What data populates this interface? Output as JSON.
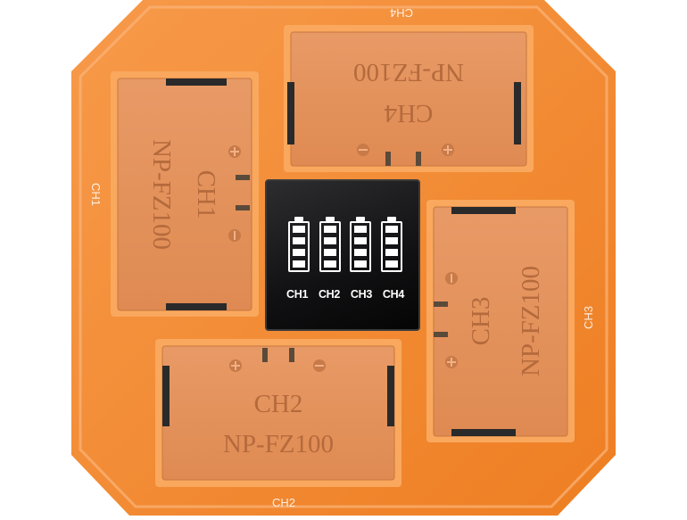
{
  "colors": {
    "shell": "#f4872b",
    "shell_light": "#f9a358",
    "slot": "#e4915a",
    "slot_wall": "#f7a058",
    "text": "#b56a3c",
    "display": "#111113"
  },
  "edge_labels": {
    "ch1": "CH1",
    "ch2": "CH2",
    "ch3": "CH3",
    "ch4": "CH4"
  },
  "slots": {
    "ch1": {
      "channel": "CH1",
      "model": "NP-FZ100",
      "plus": "+",
      "minus": "−"
    },
    "ch2": {
      "channel": "CH2",
      "model": "NP-FZ100",
      "plus": "+",
      "minus": "−"
    },
    "ch3": {
      "channel": "CH3",
      "model": "NP-FZ100",
      "plus": "+",
      "minus": "−"
    },
    "ch4": {
      "channel": "CH4",
      "model": "NP-FZ100",
      "plus": "+",
      "minus": "−"
    }
  },
  "display": {
    "batteries": [
      {
        "icon": "battery-full-icon",
        "level": 1.0
      },
      {
        "icon": "battery-full-icon",
        "level": 1.0
      },
      {
        "icon": "battery-full-icon",
        "level": 1.0
      },
      {
        "icon": "battery-full-icon",
        "level": 1.0
      }
    ],
    "labels": [
      "CH1",
      "CH2",
      "CH3",
      "CH4"
    ]
  }
}
